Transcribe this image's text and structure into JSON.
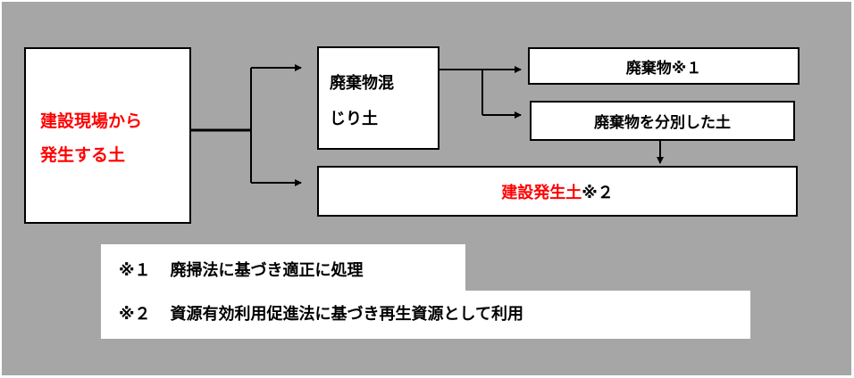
{
  "nodes": {
    "source": {
      "line1": "建設現場から",
      "line2": "発生する土",
      "color": "#ff0000"
    },
    "mixed": {
      "line1": "廃棄物混",
      "line2": "じり土"
    },
    "waste": {
      "label": "廃棄物※１"
    },
    "sorted": {
      "label": "廃棄物を分別した土"
    },
    "surplus": {
      "label_red": "建設発生土",
      "label_suffix": "※２",
      "color": "#ff0000"
    }
  },
  "notes": [
    {
      "mark": "※１",
      "text": "廃掃法に基づき適正に処理"
    },
    {
      "mark": "※２",
      "text": "資源有効利用促進法に基づき再生資源として利用"
    }
  ],
  "colors": {
    "background": "#a6a6a6",
    "box_fill": "#ffffff",
    "line": "#000000",
    "accent": "#ff0000"
  }
}
